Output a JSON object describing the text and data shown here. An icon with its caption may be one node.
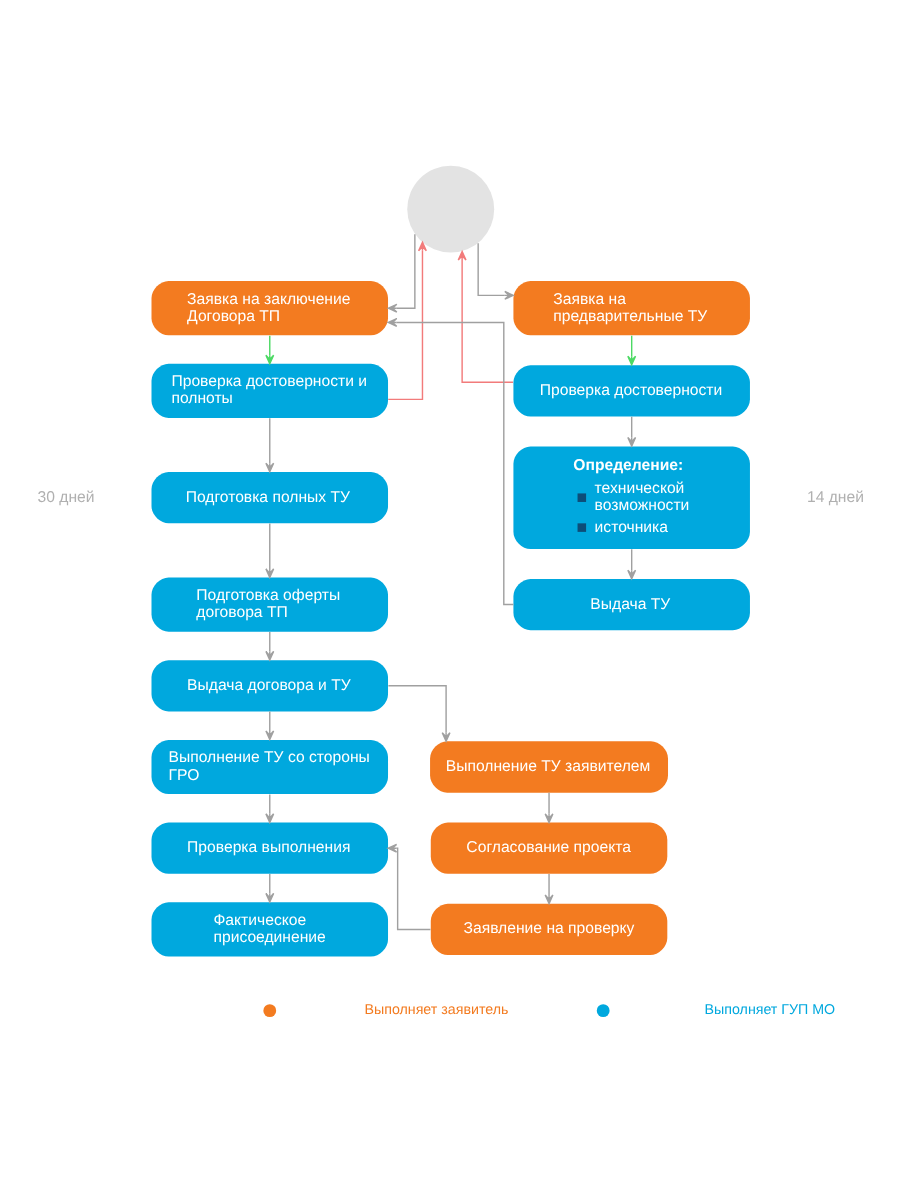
{
  "diagram": {
    "nodes": [
      {
        "text": [],
        "shape": "person"
      },
      {
        "text": [
          "Заявка на заключение Договора ТП"
        ]
      },
      {
        "text": [
          "Проверка достоверности и полноты"
        ]
      },
      {
        "text": [
          "Подготовка полных ТУ"
        ]
      },
      {
        "text": [
          "Подготовка оферты договора ТП"
        ]
      },
      {
        "text": [
          "Выдача договора и ТУ"
        ]
      },
      {
        "text": [
          "Выполнение ТУ со стороны ГРО"
        ]
      },
      {
        "text": [
          "Проверка выполнения"
        ]
      },
      {
        "text": [
          "Фактическое присоединение"
        ]
      },
      {
        "text": [
          "Заявка на предварительные ТУ"
        ]
      },
      {
        "text": [
          "Проверка достоверности"
        ]
      },
      {
        "text": [
          "Определение:",
          "технической возможности",
          "источника"
        ]
      },
      {
        "text": [
          "Выдача ТУ"
        ]
      },
      {
        "text": [
          "Выполнение ТУ заявителем"
        ]
      },
      {
        "text": [
          "Согласование проекта"
        ]
      },
      {
        "text": [
          "Заявление на проверку"
        ]
      }
    ],
    "edges": [
      {
        "from": 0,
        "to": 1,
        "arrow": "to"
      },
      {
        "from": 0,
        "to": 9,
        "arrow": "to"
      },
      {
        "from": 1,
        "to": 2,
        "arrow": "to",
        "color": "#4cd964"
      },
      {
        "from": 2,
        "to": 0,
        "arrow": "to",
        "color": "#f27b7b"
      },
      {
        "from": 2,
        "to": 3,
        "arrow": "to"
      },
      {
        "from": 3,
        "to": 4,
        "arrow": "to"
      },
      {
        "from": 4,
        "to": 5,
        "arrow": "to"
      },
      {
        "from": 5,
        "to": 6,
        "arrow": "to"
      },
      {
        "from": 6,
        "to": 7,
        "arrow": "to"
      },
      {
        "from": 7,
        "to": 8,
        "arrow": "to"
      },
      {
        "from": 9,
        "to": 10,
        "arrow": "to",
        "color": "#4cd964"
      },
      {
        "from": 10,
        "to": 0,
        "arrow": "to",
        "color": "#f27b7b"
      },
      {
        "from": 10,
        "to": 11,
        "arrow": "to"
      },
      {
        "from": 11,
        "to": 12,
        "arrow": "to"
      },
      {
        "from": 12,
        "to": 1,
        "arrow": "to"
      },
      {
        "from": 5,
        "to": 13,
        "arrow": "to"
      },
      {
        "from": 13,
        "to": 14,
        "arrow": "to"
      },
      {
        "from": 14,
        "to": 15,
        "arrow": "to"
      },
      {
        "from": 15,
        "to": 7,
        "arrow": "to"
      }
    ],
    "labels": [
      "30 дней",
      "14 дней"
    ],
    "legend": [
      {
        "text": "Выполняет заявитель",
        "color": "#f37b20"
      },
      {
        "text": "Выполняет ГУП МО",
        "color": "#00a8de"
      }
    ]
  }
}
